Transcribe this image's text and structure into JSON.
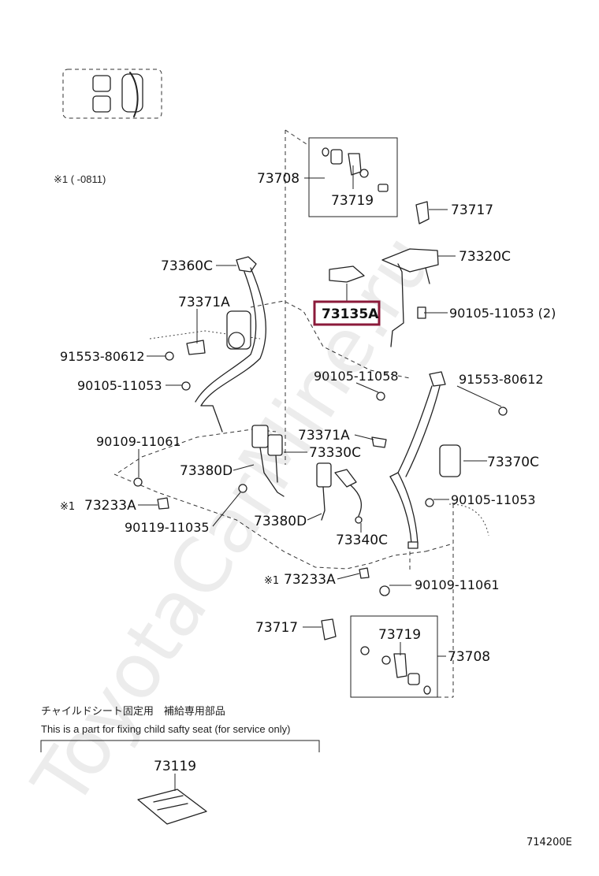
{
  "watermark": "ToyotaCarMine.ru",
  "note_mark": "※1 (    -0811)",
  "diagram_code": "714200E",
  "child_seat": {
    "japanese": "チャイルドシート固定用　補給専用部品",
    "english": "This is a part for fixing child safty seat (for service only)"
  },
  "highlight_color": "#8b1a3a",
  "parts": {
    "p73708_top": "73708",
    "p73719_top": "73719",
    "p73717_top": "73717",
    "p73320C": "73320C",
    "p73135A": "73135A",
    "p90105_11053_2": "90105-11053 (2)",
    "p73360C": "73360C",
    "p73371A_left": "73371A",
    "p91553_80612_left": "91553-80612",
    "p90105_11053_left": "90105-11053",
    "p90105_11058": "90105-11058",
    "p91553_80612_right": "91553-80612",
    "p73371A_mid": "73371A",
    "p73330C": "73330C",
    "p73370C": "73370C",
    "p90109_11061_left": "90109-11061",
    "p73380D_left": "73380D",
    "p90105_11053_right": "90105-11053",
    "p73233A_left": "73233A",
    "p90119_11035": "90119-11035",
    "p73380D_mid": "73380D",
    "p73340C": "73340C",
    "p73233A_right": "73233A",
    "p90109_11061_right": "90109-11061",
    "p73717_bottom": "73717",
    "p73719_bottom": "73719",
    "p73708_bottom": "73708",
    "p73119": "73119",
    "mark1_left": "※1",
    "mark1_right": "※1"
  }
}
